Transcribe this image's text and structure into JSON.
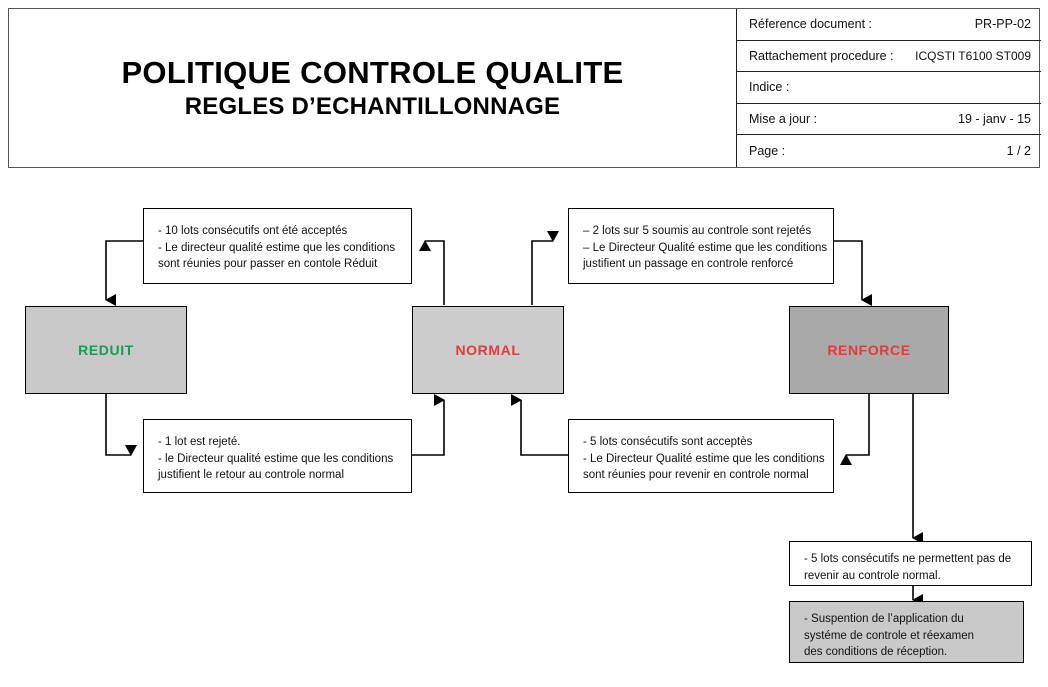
{
  "header": {
    "title": "POLITIQUE CONTROLE QUALITE",
    "subtitle": "REGLES D’ECHANTILLONNAGE",
    "meta_rows": [
      {
        "label": "Réference document :",
        "value": "PR-PP-02"
      },
      {
        "label": "Rattachement procedure :",
        "value": "ICQSTI T6100 ST009"
      },
      {
        "label": "Indice :",
        "value": ""
      },
      {
        "label": "Mise a jour :",
        "value": "19 - janv - 15"
      },
      {
        "label": "Page :",
        "value": "1 / 2"
      }
    ]
  },
  "diagram": {
    "states": [
      {
        "id": "reduit",
        "label": "REDUIT",
        "text_color": "#1a9a57",
        "fill": "#c9c9c9"
      },
      {
        "id": "normal",
        "label": "NORMAL",
        "text_color": "#e23b3b",
        "fill": "#cccccc"
      },
      {
        "id": "renforce",
        "label": "RENFORCE",
        "text_color": "#e23b3b",
        "fill": "#a9a9a9"
      }
    ],
    "notes": [
      {
        "id": "note-to-reduit",
        "lines": [
          "- 10 lots consécutifs ont été acceptés",
          "- Le directeur qualité estime que les conditions",
          "sont  réunies pour passer en contole Réduit"
        ]
      },
      {
        "id": "note-to-renforce",
        "lines": [
          "– 2 lots sur 5 soumis au controle sont rejetés",
          "– Le Directeur Qualité estime que les conditions",
          "justifient un passage en controle renforcé"
        ]
      },
      {
        "id": "note-reduit-to-normal",
        "lines": [
          "- 1 lot est rejeté.",
          "- le Directeur qualité estime que les conditions",
          "justifient le retour au controle normal"
        ]
      },
      {
        "id": "note-renforce-to-normal",
        "lines": [
          "- 5 lots consécutifs sont acceptès",
          "- Le Directeur Qualité estime que les conditions",
          "sont réunies pour revenir en controle normal"
        ]
      },
      {
        "id": "note-no-return",
        "lines": [
          "- 5 lots consécutifs ne permettent pas de",
          " revenir au controle normal."
        ]
      },
      {
        "id": "note-suspension",
        "lines": [
          "- Suspention de l’application du",
          "systéme de controle et réexamen",
          "des conditions de réception."
        ],
        "fill": "#c9c9c9"
      }
    ]
  }
}
